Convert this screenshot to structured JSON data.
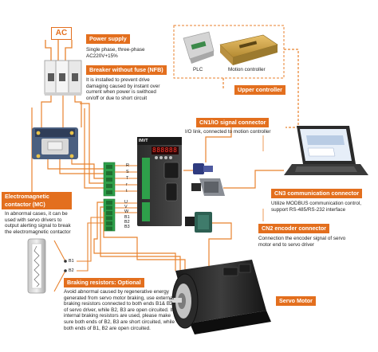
{
  "colors": {
    "accent": "#e36f1e",
    "wire_orange": "#e8822e",
    "dashed_box": "#e8822e",
    "terminal_green": "#2ea04a"
  },
  "ac_label": "AC",
  "power_supply": {
    "title": "Power supply",
    "desc": "Single phase, three-phase AC220V+15%"
  },
  "breaker": {
    "title": "Breaker without fuse (NFB)",
    "desc": "It is installed to prevent drive damaging caused by instant over current when power is swithced on/off or due to short circuit"
  },
  "upper_controller": {
    "title": "Upper controller",
    "plc_caption": "PLC",
    "motion_caption": "Motion controller"
  },
  "cn1": {
    "title": "CN1/IO signal connector",
    "desc": "I/O link, connected to motion controller"
  },
  "cn3": {
    "title": "CN3 communication connector",
    "desc": "Utilize MODBUS communication control, support RS-485/RS-232 interface"
  },
  "cn2": {
    "title": "CN2 encoder connector",
    "desc": "Connection the encoder signal of servo motor end to servo driver"
  },
  "contactor": {
    "title": "Electromagnetic contactor (MC)",
    "desc": "In abnormal cases, it can be used with servo drivers to output alerting signal to break the electromagnetic contactor"
  },
  "braking": {
    "title": "Braking resistors: Optional",
    "desc": "Avoid abnormal caused by regenerative energy generated from servo motor braking, use external braking resistors connected to both ends B1& B2 of servo driver, while B2, B3 are open circuited. If internal braking resistors are used, please make sure both ends of B2, B3 are short circuited, while both ends of B1, B2 are open circuited."
  },
  "servo_motor": {
    "title": "Servo Motor"
  },
  "terminals": {
    "power": [
      "R",
      "S",
      "T",
      "r",
      "t"
    ],
    "motor": [
      "U",
      "V",
      "W",
      "B1",
      "B2",
      "B3"
    ],
    "resistor": [
      "B1",
      "B2"
    ]
  },
  "drive": {
    "display": "888888",
    "brand": "INVT"
  }
}
